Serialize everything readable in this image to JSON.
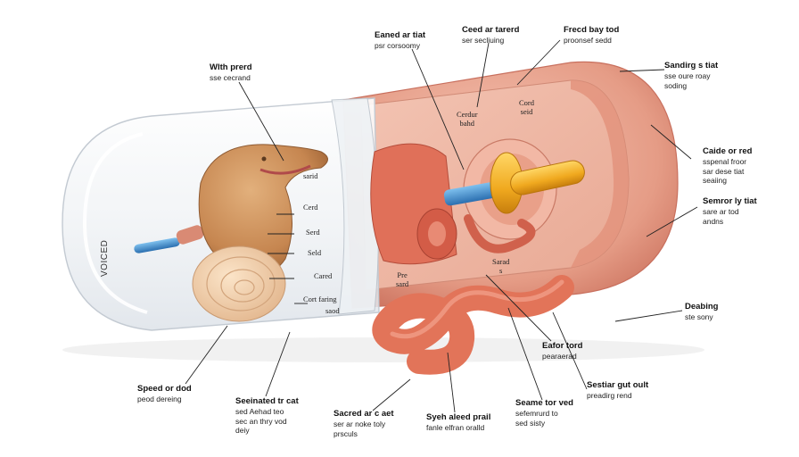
{
  "capsule_side_text": "VOICED",
  "inner_labels": {
    "cerd": "Cerd",
    "serd": "Serd",
    "seld": "Seld",
    "cared": "Cared",
    "cort_faring": "Cort faring",
    "sarid": "sarid",
    "saod": "saod",
    "cerdur_bahd": "Cerdur\nbahd",
    "cord_seid": "Cord\nseid",
    "sarad_s": "Sarad\ns",
    "pre_sard": "Pre\nsard"
  },
  "callouts": [
    {
      "id": "top-left",
      "title": "Wlth prerd",
      "sub": "sse cecrand"
    },
    {
      "id": "top-center-left",
      "title": "Eaned ar tiat",
      "sub": "psr corsoomy"
    },
    {
      "id": "top-center",
      "title": "Ceed ar tarerd",
      "sub": "ser secliuing"
    },
    {
      "id": "top-center-right",
      "title": "Frecd bay tod",
      "sub": "proonsef sedd"
    },
    {
      "id": "right-1",
      "title": "Sandirg s tiat",
      "sub": "sse oure roay\nsoding"
    },
    {
      "id": "right-2",
      "title": "Caide or red",
      "sub": "sspenal froor\nsar dese tiat\nseaiing"
    },
    {
      "id": "right-3",
      "title": "Semror ly tiat",
      "sub": "sare ar tod\nandns"
    },
    {
      "id": "right-4",
      "title": "Deabing",
      "sub": "ste sony"
    },
    {
      "id": "bottom-right-1",
      "title": "Eafor tord",
      "sub": "pearaerad"
    },
    {
      "id": "bottom-right-2",
      "title": "Sestiar gut oult",
      "sub": "preadirg rend"
    },
    {
      "id": "bottom-center-right",
      "title": "Seame tor ved",
      "sub": "sefemrurd to\nsed sisty"
    },
    {
      "id": "bottom-center",
      "title": "Syeh aleed prail",
      "sub": "fanle elfran oralld"
    },
    {
      "id": "bottom-center-left",
      "title": "Sacred ar c aet",
      "sub": "ser ar noke toly\nprsculs"
    },
    {
      "id": "bottom-left-2",
      "title": "Seeinated tr cat",
      "sub": "sed Aehad teo\nsec an thry vod\ndeiy"
    },
    {
      "id": "bottom-left-1",
      "title": "Speed or dod",
      "sub": "peod dereing"
    }
  ],
  "colors": {
    "shell": "#f4f6f8",
    "shell_edge": "#c9cfd6",
    "tissue": "#e9a591",
    "tissue_dark": "#cf7462",
    "stomach": "#c98a57",
    "intestine": "#e8795f",
    "valve": "#f2b52b",
    "valve_blue": "#3c86c9"
  }
}
